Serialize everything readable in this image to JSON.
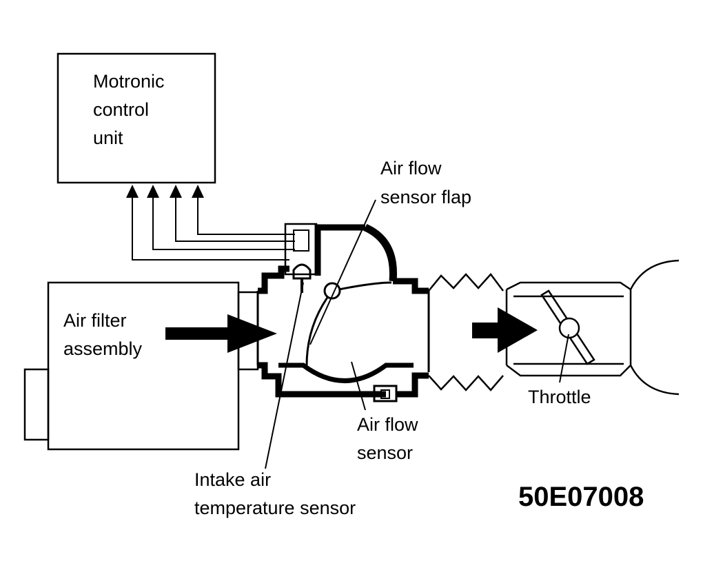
{
  "labels": {
    "control_unit": [
      "Motronic",
      "control",
      "unit"
    ],
    "air_filter": [
      "Air filter",
      "assembly"
    ],
    "flap": [
      "Air flow",
      "sensor flap"
    ],
    "sensor": [
      "Air flow",
      "sensor"
    ],
    "intake_temp": [
      "Intake air",
      "temperature sensor"
    ],
    "throttle": "Throttle",
    "figure_code": "50E07008"
  },
  "colors": {
    "ink": "#000000",
    "paper": "#ffffff"
  }
}
